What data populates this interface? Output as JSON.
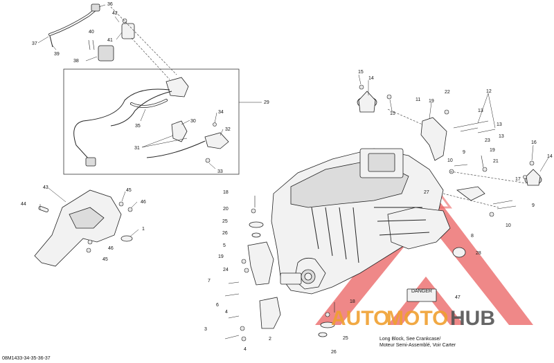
{
  "diagram_code": "08M1433-34-35-36-37",
  "note_lines": [
    "Long Block, See Crankcase/",
    "Moteur Semi-Assemblé, Voir Carter"
  ],
  "label_plate_text": "DANGER",
  "watermark": {
    "part1": "AUTO",
    "part2": "MOTO",
    "part3": "HUB",
    "color_main": "#f0a030",
    "color_hub": "#555555",
    "color_logo": "#e03a3a"
  },
  "callouts": [
    "36",
    "42",
    "37",
    "40",
    "39",
    "38",
    "41",
    "29",
    "35",
    "30",
    "34",
    "31",
    "32",
    "33",
    "43",
    "45",
    "44",
    "46",
    "1",
    "46",
    "45",
    "15",
    "14",
    "15",
    "11",
    "22",
    "12",
    "19",
    "13",
    "13",
    "13",
    "23",
    "19",
    "9",
    "21",
    "10",
    "16",
    "14",
    "17",
    "9",
    "10",
    "27",
    "18",
    "20",
    "25",
    "26",
    "5",
    "19",
    "24",
    "7",
    "6",
    "4",
    "3",
    "4",
    "8",
    "28",
    "47",
    "18",
    "25",
    "26",
    "2"
  ]
}
